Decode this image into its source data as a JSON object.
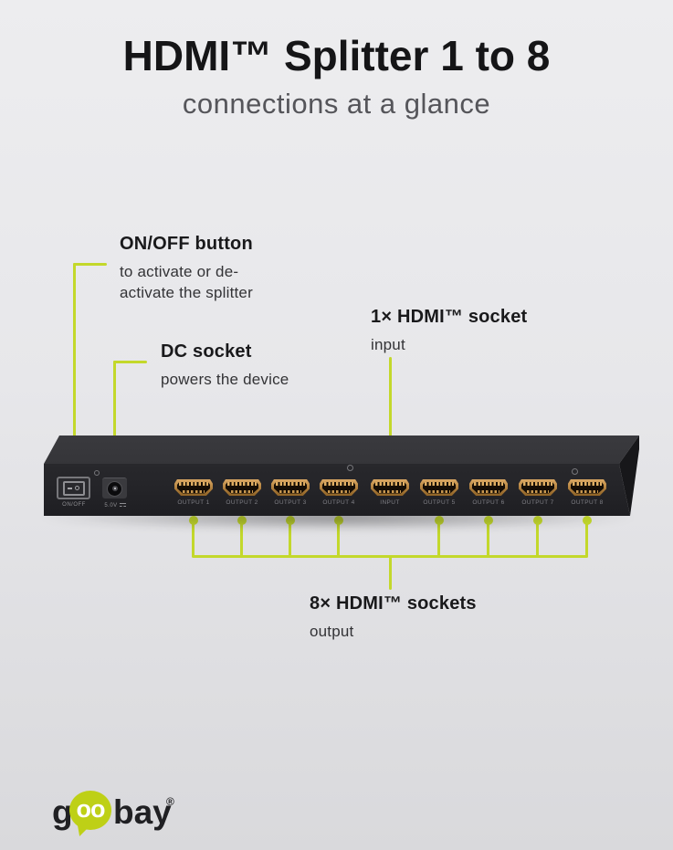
{
  "page": {
    "title": "HDMI™ Splitter 1 to 8",
    "subtitle": "connections at a glance"
  },
  "annotations": {
    "power": {
      "heading": "ON/OFF button",
      "line1": "to activate or de-",
      "line2": "activate the splitter"
    },
    "dc": {
      "heading": "DC socket",
      "line1": "powers the device"
    },
    "input": {
      "heading": "1× HDMI™ socket",
      "line1": "input"
    },
    "output": {
      "heading": "8× HDMI™ sockets",
      "line1": "output"
    }
  },
  "device": {
    "switch_label": "ON/OFF",
    "dc_label": "5.0V",
    "ports": [
      {
        "label": "OUTPUT 1"
      },
      {
        "label": "OUTPUT 2"
      },
      {
        "label": "OUTPUT 3"
      },
      {
        "label": "OUTPUT 4"
      },
      {
        "label": "INPUT"
      },
      {
        "label": "OUTPUT 5"
      },
      {
        "label": "OUTPUT 6"
      },
      {
        "label": "OUTPUT 7"
      },
      {
        "label": "OUTPUT 8"
      }
    ]
  },
  "logo": {
    "g": "g",
    "oo": "oo",
    "bay": "bay",
    "registered": "®"
  },
  "colors": {
    "accent_line": "#c3d82b",
    "logo_green": "#bed016",
    "background_top": "#ededef",
    "background_bottom": "#d9d9dc",
    "device_front": "#252529",
    "text_dark": "#19191b",
    "text_gray": "#55555a",
    "port_label": "#7f7f85"
  }
}
